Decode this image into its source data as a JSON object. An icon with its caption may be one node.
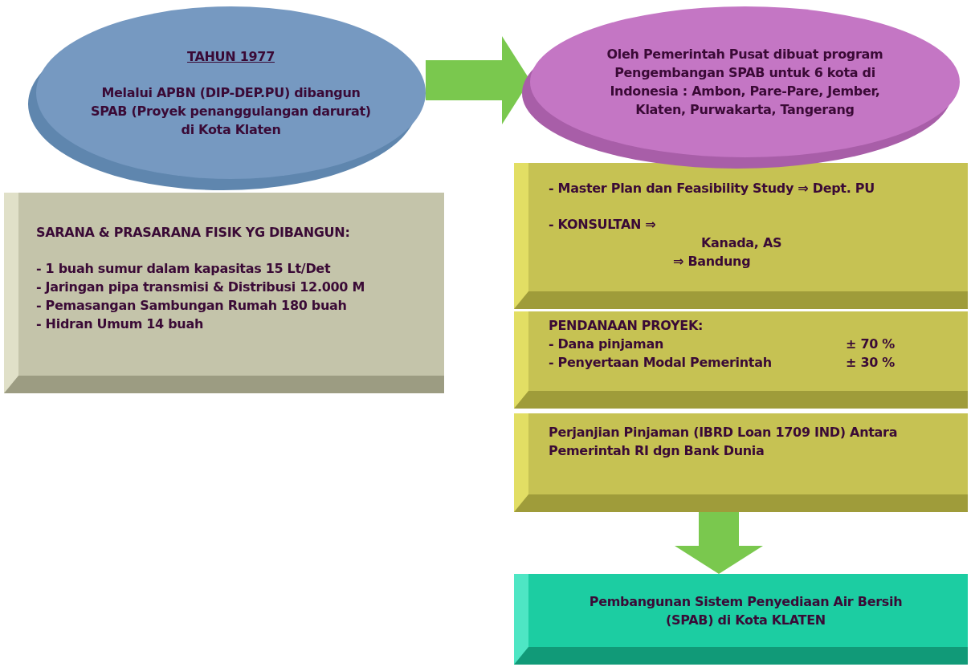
{
  "diagram": {
    "nodes": [
      {
        "text": [
          "TAHUN 1977",
          "Melalui APBN (DIP-DEP.PU) dibangun SPAB (Proyek penanggulangan darurat) di Kota Klaten"
        ]
      },
      {
        "text": [
          "SARANA & PRASARANA FISIK YG DIBANGUN:",
          "- 1 buah sumur dalam kapasitas 15 Lt/Det",
          "- Jaringan pipa transmisi & Distribusi 12.000 M",
          "- Pemasangan Sambungan Rumah 180 buah",
          "- Hidran Umum 14 buah"
        ]
      },
      {
        "text": [
          "Oleh Pemerintah Pusat dibuat program Pengembangan SPAB untuk 6 kota di Indonesia : Ambon, Pare-Pare, Jember, Klaten, Purwakarta, Tangerang"
        ]
      },
      {
        "text": [
          "- Master Plan dan Feasibility Study ⇒ Dept. PU",
          "- KONSULTAN ⇒",
          "Kanada, AS",
          "⇒ Bandung"
        ]
      },
      {
        "text": [
          "PENDANAAN PROYEK:",
          "- Dana pinjaman",
          "± 70 %",
          "- Penyertaan Modal Pemerintah",
          "± 30 %"
        ]
      },
      {
        "text": [
          "Perjanjian Pinjaman (IBRD Loan 1709 IND) Antara Pemerintah RI dgn Bank Dunia"
        ]
      },
      {
        "text": [
          "Pembangunan Sistem Penyediaan Air Bersih (SPAB) di Kota KLATEN"
        ]
      }
    ],
    "edges": [
      {
        "from": 0,
        "to": 2,
        "arrow": "to"
      },
      {
        "from": 5,
        "to": 6,
        "arrow": "to"
      }
    ]
  }
}
